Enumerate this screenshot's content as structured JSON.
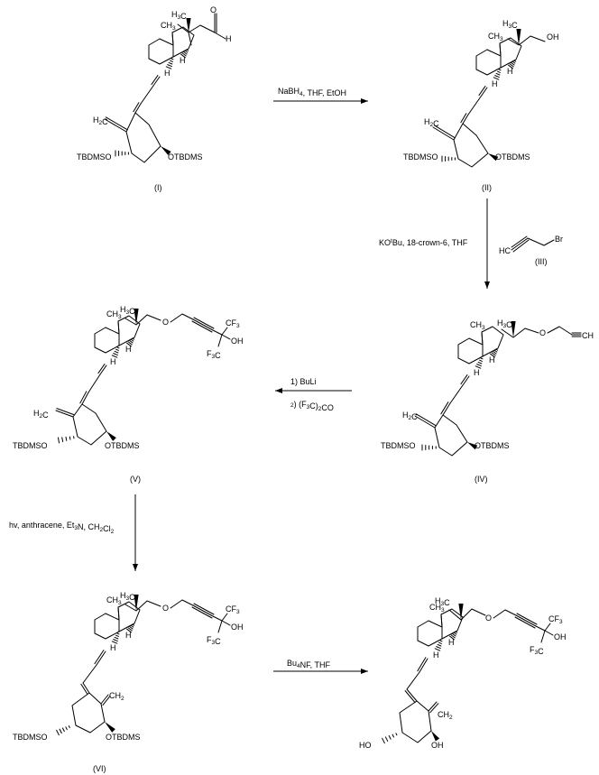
{
  "compounds": [
    {
      "id": "I",
      "label": "(I)",
      "substituents": [
        "H3C",
        "O",
        "H",
        "CH3",
        "H",
        "H",
        "H2C",
        "TBDMSO",
        "OTBDMS"
      ]
    },
    {
      "id": "II",
      "label": "(II)",
      "substituents": [
        "H3C",
        "OH",
        "CH3",
        "H",
        "H",
        "H2C",
        "TBDMSO",
        "OTBDMS"
      ]
    },
    {
      "id": "III",
      "label": "(III)",
      "substituents": [
        "HC",
        "Br"
      ]
    },
    {
      "id": "IV",
      "label": "(IV)",
      "substituents": [
        "H3C",
        "O",
        "CH",
        "CH3",
        "H",
        "H",
        "H2C",
        "TBDMSO",
        "OTBDMS"
      ]
    },
    {
      "id": "V",
      "label": "(V)",
      "substituents": [
        "H3C",
        "O",
        "CF3",
        "OH",
        "F3C",
        "CH3",
        "H",
        "H",
        "H2C",
        "TBDMSO",
        "OTBDMS"
      ]
    },
    {
      "id": "VI",
      "label": "(VI)",
      "substituents": [
        "H3C",
        "O",
        "CF3",
        "OH",
        "F3C",
        "CH3",
        "H",
        "H",
        "CH2",
        "TBDMSO",
        "OTBDMS"
      ]
    },
    {
      "id": "VII",
      "label": "",
      "substituents": [
        "H3C",
        "O",
        "CF3",
        "OH",
        "F3C",
        "CH3",
        "H",
        "CH2",
        "HO",
        "OH"
      ]
    }
  ],
  "steps": [
    {
      "from": "I",
      "to": "II",
      "conditions": [
        "NaBH4, THF, EtOH"
      ]
    },
    {
      "from": "II",
      "to": "IV",
      "conditions": [
        "KOtBu, 18-crown-6, THF"
      ],
      "reagent": "III"
    },
    {
      "from": "IV",
      "to": "V",
      "conditions": [
        "1) BuLi",
        "2) (F3C)2CO"
      ]
    },
    {
      "from": "V",
      "to": "VI",
      "conditions": [
        "hv, anthracene, Et3N, CH2Cl2"
      ]
    },
    {
      "from": "VI",
      "to": "VII",
      "conditions": [
        "Bu4NF, THF"
      ]
    }
  ],
  "text": {
    "H3C": "H3C",
    "CH3": "CH3",
    "H": "H",
    "O": "O",
    "OH": "OH",
    "HO": "HO",
    "H2C": "H2C",
    "CH2": "CH2",
    "TBDMSO": "TBDMSO",
    "OTBDMS": "OTBDMS",
    "CF3": "CF3",
    "F3C": "F3C",
    "HC": "HC",
    "CH": "CH",
    "Br": "Br"
  }
}
